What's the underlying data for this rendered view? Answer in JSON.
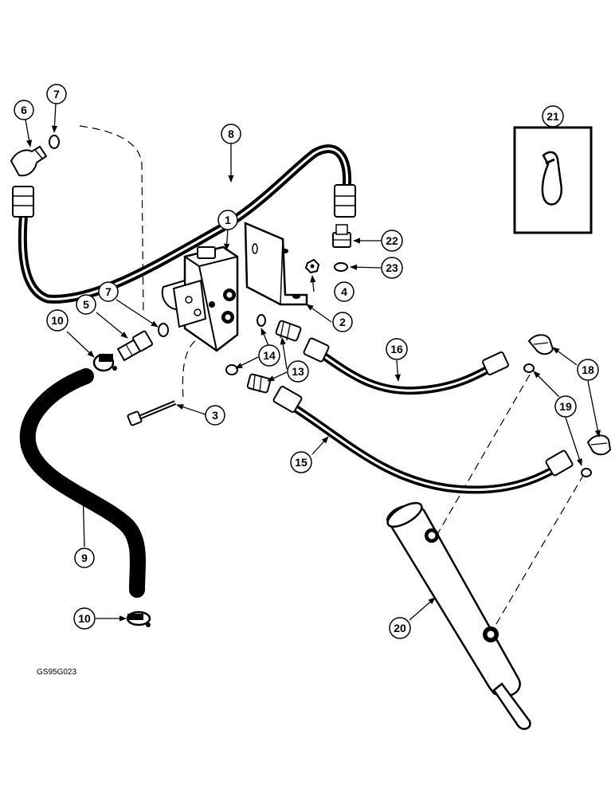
{
  "diagram": {
    "drawing_code": "GS95G023",
    "callouts": [
      {
        "id": "c1",
        "label": "1"
      },
      {
        "id": "c2",
        "label": "2"
      },
      {
        "id": "c3",
        "label": "3"
      },
      {
        "id": "c4",
        "label": "4"
      },
      {
        "id": "c5",
        "label": "5"
      },
      {
        "id": "c6",
        "label": "6"
      },
      {
        "id": "c7a",
        "label": "7"
      },
      {
        "id": "c7b",
        "label": "7"
      },
      {
        "id": "c8",
        "label": "8"
      },
      {
        "id": "c9",
        "label": "9"
      },
      {
        "id": "c10a",
        "label": "10"
      },
      {
        "id": "c10b",
        "label": "10"
      },
      {
        "id": "c13",
        "label": "13"
      },
      {
        "id": "c14",
        "label": "14"
      },
      {
        "id": "c15",
        "label": "15"
      },
      {
        "id": "c16",
        "label": "16"
      },
      {
        "id": "c18",
        "label": "18"
      },
      {
        "id": "c19",
        "label": "19"
      },
      {
        "id": "c20",
        "label": "20"
      },
      {
        "id": "c21",
        "label": "21"
      },
      {
        "id": "c22",
        "label": "22"
      },
      {
        "id": "c23",
        "label": "23"
      }
    ]
  }
}
